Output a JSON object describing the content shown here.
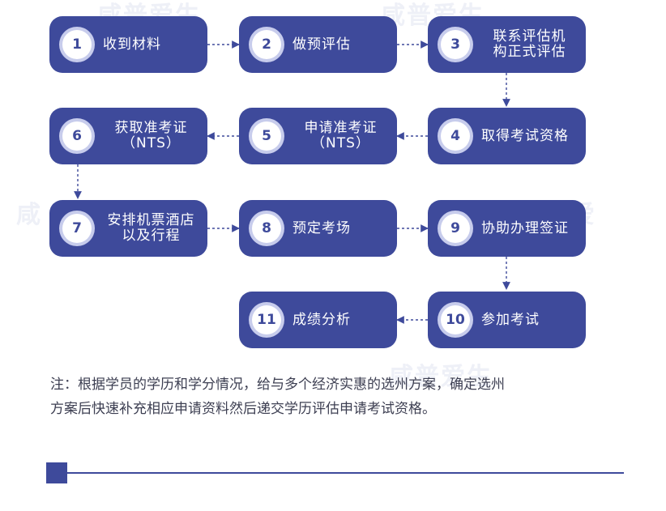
{
  "steps": [
    {
      "num": "1",
      "line1": "收到材料",
      "line2": ""
    },
    {
      "num": "2",
      "line1": "做预评估",
      "line2": ""
    },
    {
      "num": "3",
      "line1": "联系评估机",
      "line2": "构正式评估"
    },
    {
      "num": "4",
      "line1": "取得考试资格",
      "line2": ""
    },
    {
      "num": "5",
      "line1": "申请准考证",
      "line2": "（NTS）"
    },
    {
      "num": "6",
      "line1": "获取准考证",
      "line2": "（NTS）"
    },
    {
      "num": "7",
      "line1": "安排机票酒店",
      "line2": "以及行程"
    },
    {
      "num": "8",
      "line1": "预定考场",
      "line2": ""
    },
    {
      "num": "9",
      "line1": "协助办理签证",
      "line2": ""
    },
    {
      "num": "10",
      "line1": "参加考试",
      "line2": ""
    },
    {
      "num": "11",
      "line1": "成绩分析",
      "line2": ""
    }
  ],
  "note": {
    "line1": "注：根据学员的学历和学分情况，给与多个经济实惠的选州方案，确定选州",
    "line2": "方案后快速补充相应申请资料然后递交学历评估申请考试资格。"
  },
  "colors": {
    "box": "#3e4a9b",
    "ring": "#c7ccec",
    "text": "#3d3f52"
  }
}
